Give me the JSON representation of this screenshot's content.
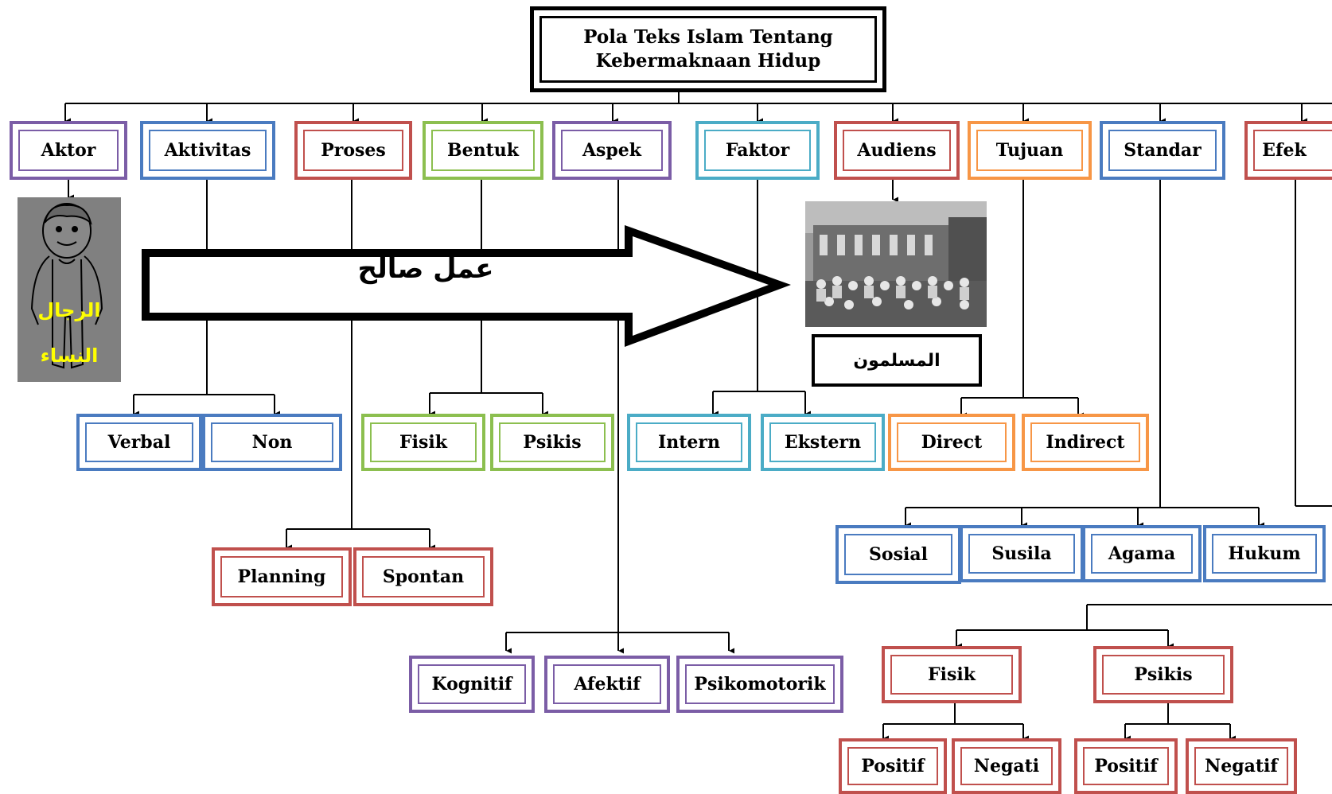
{
  "title": "Pola Teks Islam Tentang Kebermaknaan Hidup",
  "categories": [
    "Aktor",
    "Aktivitas",
    "Proses",
    "Bentuk",
    "Aspek",
    "Faktor",
    "Audiens",
    "Tujuan",
    "Standar",
    "Efek"
  ],
  "colors": {
    "purple": "#7b5da6",
    "blue": "#4a7bc0",
    "red": "#c0504d",
    "green": "#8cbf4f",
    "cyan": "#4bacc6",
    "orange": "#f79646",
    "yellow_text": "#ffff00",
    "panel_gray": "#808080"
  },
  "actor": {
    "image": "person-cartoon-icon",
    "label_1": "الرجال",
    "label_2": "النساء"
  },
  "arrow_label": "عمل صالح",
  "audience": {
    "image": "group-photo",
    "label": "المسلمون"
  },
  "aktivitas_children": [
    "Verbal",
    "Non"
  ],
  "bentuk_children": [
    "Fisik",
    "Psikis"
  ],
  "faktor_children": [
    "Intern",
    "Ekstern"
  ],
  "tujuan_children": [
    "Direct",
    "Indirect"
  ],
  "proses_children": [
    "Planning",
    "Spontan"
  ],
  "aspek_children": [
    "Kognitif",
    "Afektif",
    "Psikomotorik"
  ],
  "standar_children": [
    "Sosial",
    "Susila",
    "Agama",
    "Hukum"
  ],
  "efek_children": [
    {
      "label": "Fisik",
      "children": [
        "Positif",
        "Negati"
      ]
    },
    {
      "label": "Psikis",
      "children": [
        "Positif",
        "Negatif"
      ]
    }
  ]
}
